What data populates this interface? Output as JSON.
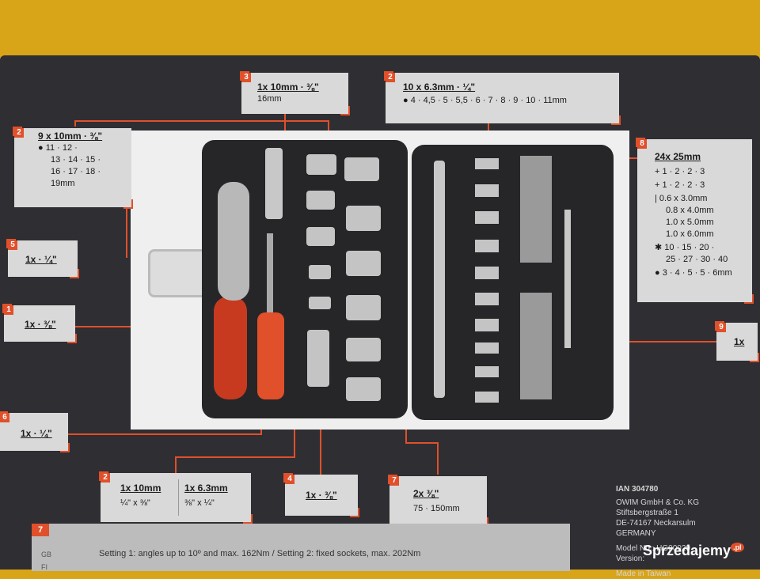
{
  "labels": {
    "l1": {
      "num": "1",
      "title": "1x · ⅜\""
    },
    "l2a": {
      "num": "2",
      "title": "9 x 10mm · ⅜\"",
      "line1": "● 11 · 12 ·",
      "line2": "13 · 14 · 15 ·",
      "line3": "16 · 17 · 18 ·",
      "line4": "19mm"
    },
    "l2b": {
      "num": "2",
      "title": "10 x 6.3mm · ¼\"",
      "line1": "● 4 · 4,5 · 5 · 5,5 · 6 · 7 · 8 · 9 · 10 · 11mm"
    },
    "l2c": {
      "num": "2",
      "col1title": "1x 10mm",
      "col1sub": "¼\" x ⅜\"",
      "col2title": "1x 6.3mm",
      "col2sub": "⅜\" x ¼\""
    },
    "l3": {
      "num": "3",
      "title": "1x 10mm · ⅜\"",
      "sub": "16mm"
    },
    "l4": {
      "num": "4",
      "title": "1x · ⅜\""
    },
    "l5": {
      "num": "5",
      "title": "1x · ¼\""
    },
    "l6": {
      "num": "6",
      "title": "1x · ¼\""
    },
    "l7": {
      "num": "7",
      "title": "2x ⅜\"",
      "sub": "75 · 150mm"
    },
    "l8": {
      "num": "8",
      "title": "24x 25mm",
      "rows": [
        "+ 1 · 2 · 2 · 3",
        "+ 1 · 2 · 2 · 3",
        "| 0.6 x 3.0mm",
        "0.8 x 4.0mm",
        "1.0 x 5.0mm",
        "1.0 x 6.0mm",
        "✱ 10 · 15 · 20 ·",
        "25 · 27 · 30 · 40",
        "● 3 · 4 · 5 · 5 · 6mm"
      ]
    },
    "l9": {
      "num": "9",
      "title": "1x"
    }
  },
  "bottom": {
    "num": "7",
    "line1": "Setting 1: angles up to 10º and max. 162Nm / Setting 2: fixed sockets, max. 202Nm",
    "lang1": "GB",
    "lang2": "FI"
  },
  "company": {
    "ian": "IAN 304780",
    "name": "OWIM GmbH & Co. KG",
    "street": "Stiftsbergstraße 1",
    "city": "DE-74167 Neckarsulm",
    "country": "GERMANY",
    "model": "Model No.: HG00029",
    "version": "Version:",
    "made": "Made in Taiwan"
  },
  "watermark": {
    "text": "Sprzedajemy",
    "suffix": ".pl"
  },
  "colors": {
    "accent": "#e0502a",
    "board": "#2f2e33",
    "label": "#d9d9d9"
  }
}
